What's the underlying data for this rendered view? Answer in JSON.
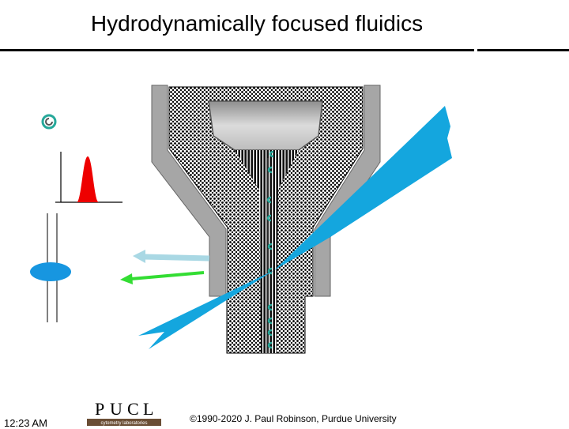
{
  "slide": {
    "title": "Hydrodynamically focused fluidics",
    "time": "12:23 AM",
    "copyright": "©1990-2020  J. Paul Robinson, Purdue University"
  },
  "logo": {
    "letters": [
      "P",
      "U",
      "C",
      "L"
    ],
    "subtitle": "cytometry laboratories",
    "accent": "#6a4e35"
  },
  "colors": {
    "laser_blue": "#14a6de",
    "scatter_light_blue": "#a9d8e4",
    "fluorescence_green": "#33dd33",
    "peak_red": "#ee0000",
    "nozzle_gray": "#a6a6a6",
    "cell_teal": "#26a89a",
    "lens_blue": "#1796e0"
  },
  "icons": [
    "cell-icon",
    "histogram-peak",
    "lens-icon",
    "flow-nozzle",
    "laser-beam",
    "scatter-arrow",
    "fluorescence-arrow",
    "pucl-logo"
  ]
}
